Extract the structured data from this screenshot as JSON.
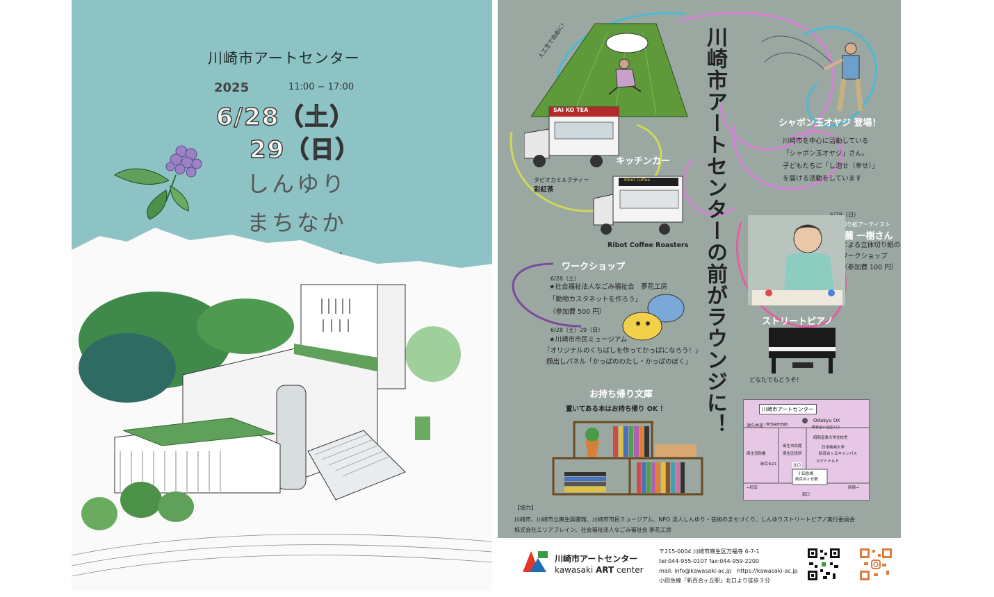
{
  "flyer": {
    "venue": "川崎市アートセンター",
    "year": "2025",
    "hours": "11:00 − 17:00",
    "date_line1": "6/28（土）",
    "date_line2": "29（日）",
    "title_lines": [
      "しんゆり",
      "まちなか",
      "ラウンジ"
    ]
  },
  "inner": {
    "vertical_title": "川崎市アートセンターの前がラウンジに！",
    "lawn_note": "人工芝で自由に！",
    "truck_sign": "SAI KO TEA",
    "kitchen_car": "キッチンカー",
    "tea_caption": "タピオカミルクティー",
    "tea_name": "彩紅茶",
    "coffee_sign": "Ribot Coffee",
    "coffee_name": "Ribot Coffee Roasters",
    "bubble_title": "シャボン玉オヤジ 登場！",
    "bubble_desc": [
      "川崎市を中心に活動している",
      "「シャボン玉オヤジ」さん。",
      "子どもたちに「し泡せ（幸せ）」",
      "を届ける活動をしています"
    ],
    "artist_date": "6/29（日）",
    "artist_role": "立体切り紙アーティスト",
    "artist_name": "大薗 一樹さん",
    "artist_desc": [
      "による立体切り紙の",
      "ワークショップ",
      "（参加費 100 円）"
    ],
    "workshop_title": "ワークショップ",
    "ws1_date": "6/28（土）",
    "ws1_org": "★社会福祉法人なごみ福祉会　夢花工房",
    "ws1_title": "「動物カスタネットを作ろう」",
    "ws1_fee": "（参加費 500 円）",
    "ws2_date": "6/28（土）29（日）",
    "ws2_org": "★川崎市市民ミュージアム",
    "ws2_title": "「オリジナルのくちばしを作ってかっぱになろう！」",
    "ws2_panel": "顔出しパネル「かっぱのわたし・かっぱのぼく」",
    "piano_title": "ストリートピアノ",
    "piano_bubble": "どなたでもどうぞ！",
    "books_title": "お持ち帰り文庫",
    "books_desc": "置いてある本はお持ち帰り OK ！",
    "map": {
      "center": "川崎市アートセンター",
      "road": "津久井道",
      "road_note": "(世田谷町田線)",
      "odakyu": "Odakyu OX",
      "odakyu_sub": "新百合ヶ丘店入口",
      "college": "昭和音楽大学北校舎",
      "lib": "麻生市民館",
      "ward": "麻生区役所",
      "fire": "麻生消防署",
      "film1": "日本映画大学",
      "film2": "新百合ヶ丘キャンパス",
      "shinyuri21": "新百合21",
      "mcd": "マクドナルド",
      "north": "北口",
      "south": "南口",
      "station1": "小田急線",
      "station2": "新百合ヶ丘駅",
      "left_arrow": "←町田",
      "right_arrow": "新宿→"
    },
    "cooperation_label": "【協力】",
    "cooperation_lines": [
      "川崎市、川崎市立麻生図書館、川崎市市民ミュージアム、NPO 法人しんゆり・芸術のまちづくり、しんゆりストリートピアノ実行委員会",
      "株式会社エリアブレイン、社会福祉法人なごみ福祉会 夢花工房"
    ]
  },
  "footer": {
    "logo_jp": "川崎市アートセンター",
    "logo_en_a": "kawasaki ",
    "logo_en_b": "ART",
    "logo_en_c": " center",
    "address": "〒215-0004 川崎市麻生区万福寺 6-7-1",
    "tel": "tel:044-955-0107 fax:044-959-2200",
    "mail": "mail: info@kawasaki-ac.jp　https://kawasaki-ac.jp",
    "access": "小田急線「新百合ヶ丘駅」北口より徒歩３分"
  },
  "colors": {
    "sky": "#8ec3c6",
    "inner_bg": "#9ba8a2",
    "lawn": "#5f9a3a",
    "map_bg": "#e6c7e6",
    "logo_red": "#e2372a",
    "logo_blue": "#1d6fb8",
    "logo_green": "#3a9a43"
  }
}
